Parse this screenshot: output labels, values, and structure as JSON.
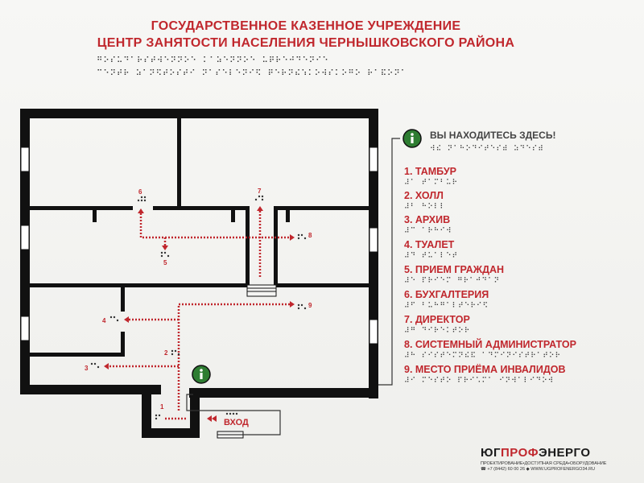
{
  "header": {
    "line1": "ГОСУДАРСТВЕННОЕ КАЗЕННОЕ УЧРЕЖДЕНИЕ",
    "line2": "ЦЕНТР ЗАНЯТОСТИ НАСЕЛЕНИЯ ЧЕРНЫШКОВСКОГО РАЙОНА",
    "braille1": "⠛⠕⠎⠥⠙⠁⠗⠎⠞⠺⠑⠝⠝⠕⠑ ⠅⠁⠵⠑⠝⠝⠕⠑ ⠥⠟⠗⠑⠚⠙⠑⠝⠊⠑",
    "braille2": "⠉⠑⠝⠞⠗ ⠵⠁⠝⠫⠞⠕⠎⠞⠊ ⠝⠁⠎⠑⠇⠑⠝⠊⠫ ⠟⠑⠗⠝⠮⠱⠅⠕⠺⠎⠅⠕⠛⠕ ⠗⠁⠯⠕⠝⠁"
  },
  "legend": {
    "here_title": "ВЫ НАХОДИТЕСЬ ЗДЕСЬ!",
    "here_braille": "⠺⠮ ⠝⠁⠓⠕⠙⠊⠞⠑⠎⠾ ⠵⠙⠑⠎⠾",
    "items": [
      {
        "label": "1. ТАМБУР",
        "braille": "⠼⠁ ⠞⠁⠍⠃⠥⠗"
      },
      {
        "label": "2. ХОЛЛ",
        "braille": "⠼⠃ ⠓⠕⠇⠇"
      },
      {
        "label": "3. АРХИВ",
        "braille": "⠼⠉ ⠁⠗⠓⠊⠺"
      },
      {
        "label": "4. ТУАЛЕТ",
        "braille": "⠼⠙ ⠞⠥⠁⠇⠑⠞"
      },
      {
        "label": "5. ПРИЕМ ГРАЖДАН",
        "braille": "⠼⠑ ⠏⠗⠊⠑⠍ ⠛⠗⠁⠚⠙⠁⠝"
      },
      {
        "label": "6. БУХГАЛТЕРИЯ",
        "braille": "⠼⠋ ⠃⠥⠓⠛⠁⠇⠞⠑⠗⠊⠫"
      },
      {
        "label": "7. ДИРЕКТОР",
        "braille": "⠼⠛ ⠙⠊⠗⠑⠅⠞⠕⠗"
      },
      {
        "label": "8. СИСТЕМНЫЙ АДМИНИСТРАТОР",
        "braille": "⠼⠓ ⠎⠊⠎⠞⠑⠍⠝⠮⠯ ⠁⠙⠍⠊⠝⠊⠎⠞⠗⠁⠞⠕⠗"
      },
      {
        "label": "9. МЕСТО ПРИЁМА ИНВАЛИДОВ",
        "braille": "⠼⠊ ⠍⠑⠎⠞⠕ ⠏⠗⠊⠡⠍⠁ ⠊⠝⠺⠁⠇⠊⠙⠕⠺"
      }
    ]
  },
  "plan": {
    "entrance_label": "ВХОД",
    "room_numbers": [
      "1",
      "2",
      "3",
      "4",
      "5",
      "6",
      "7",
      "8",
      "9"
    ],
    "info_icon": "info-icon",
    "colors": {
      "wall": "#111111",
      "route": "#c0272d",
      "info": "#2e7d32"
    }
  },
  "logo": {
    "brand_a": "ЮГ",
    "brand_b": "ПРОФ",
    "brand_c": "ЭНЕРГО",
    "tagline": "ПРОЕКТИРОВАНИЕ•ДОСТУПНАЯ СРЕДА•ОБОРУДОВАНИЕ",
    "contacts": "☎ +7 (8442) 60 00 26  ◆ WWW.UGPROFENERGO34.RU"
  }
}
